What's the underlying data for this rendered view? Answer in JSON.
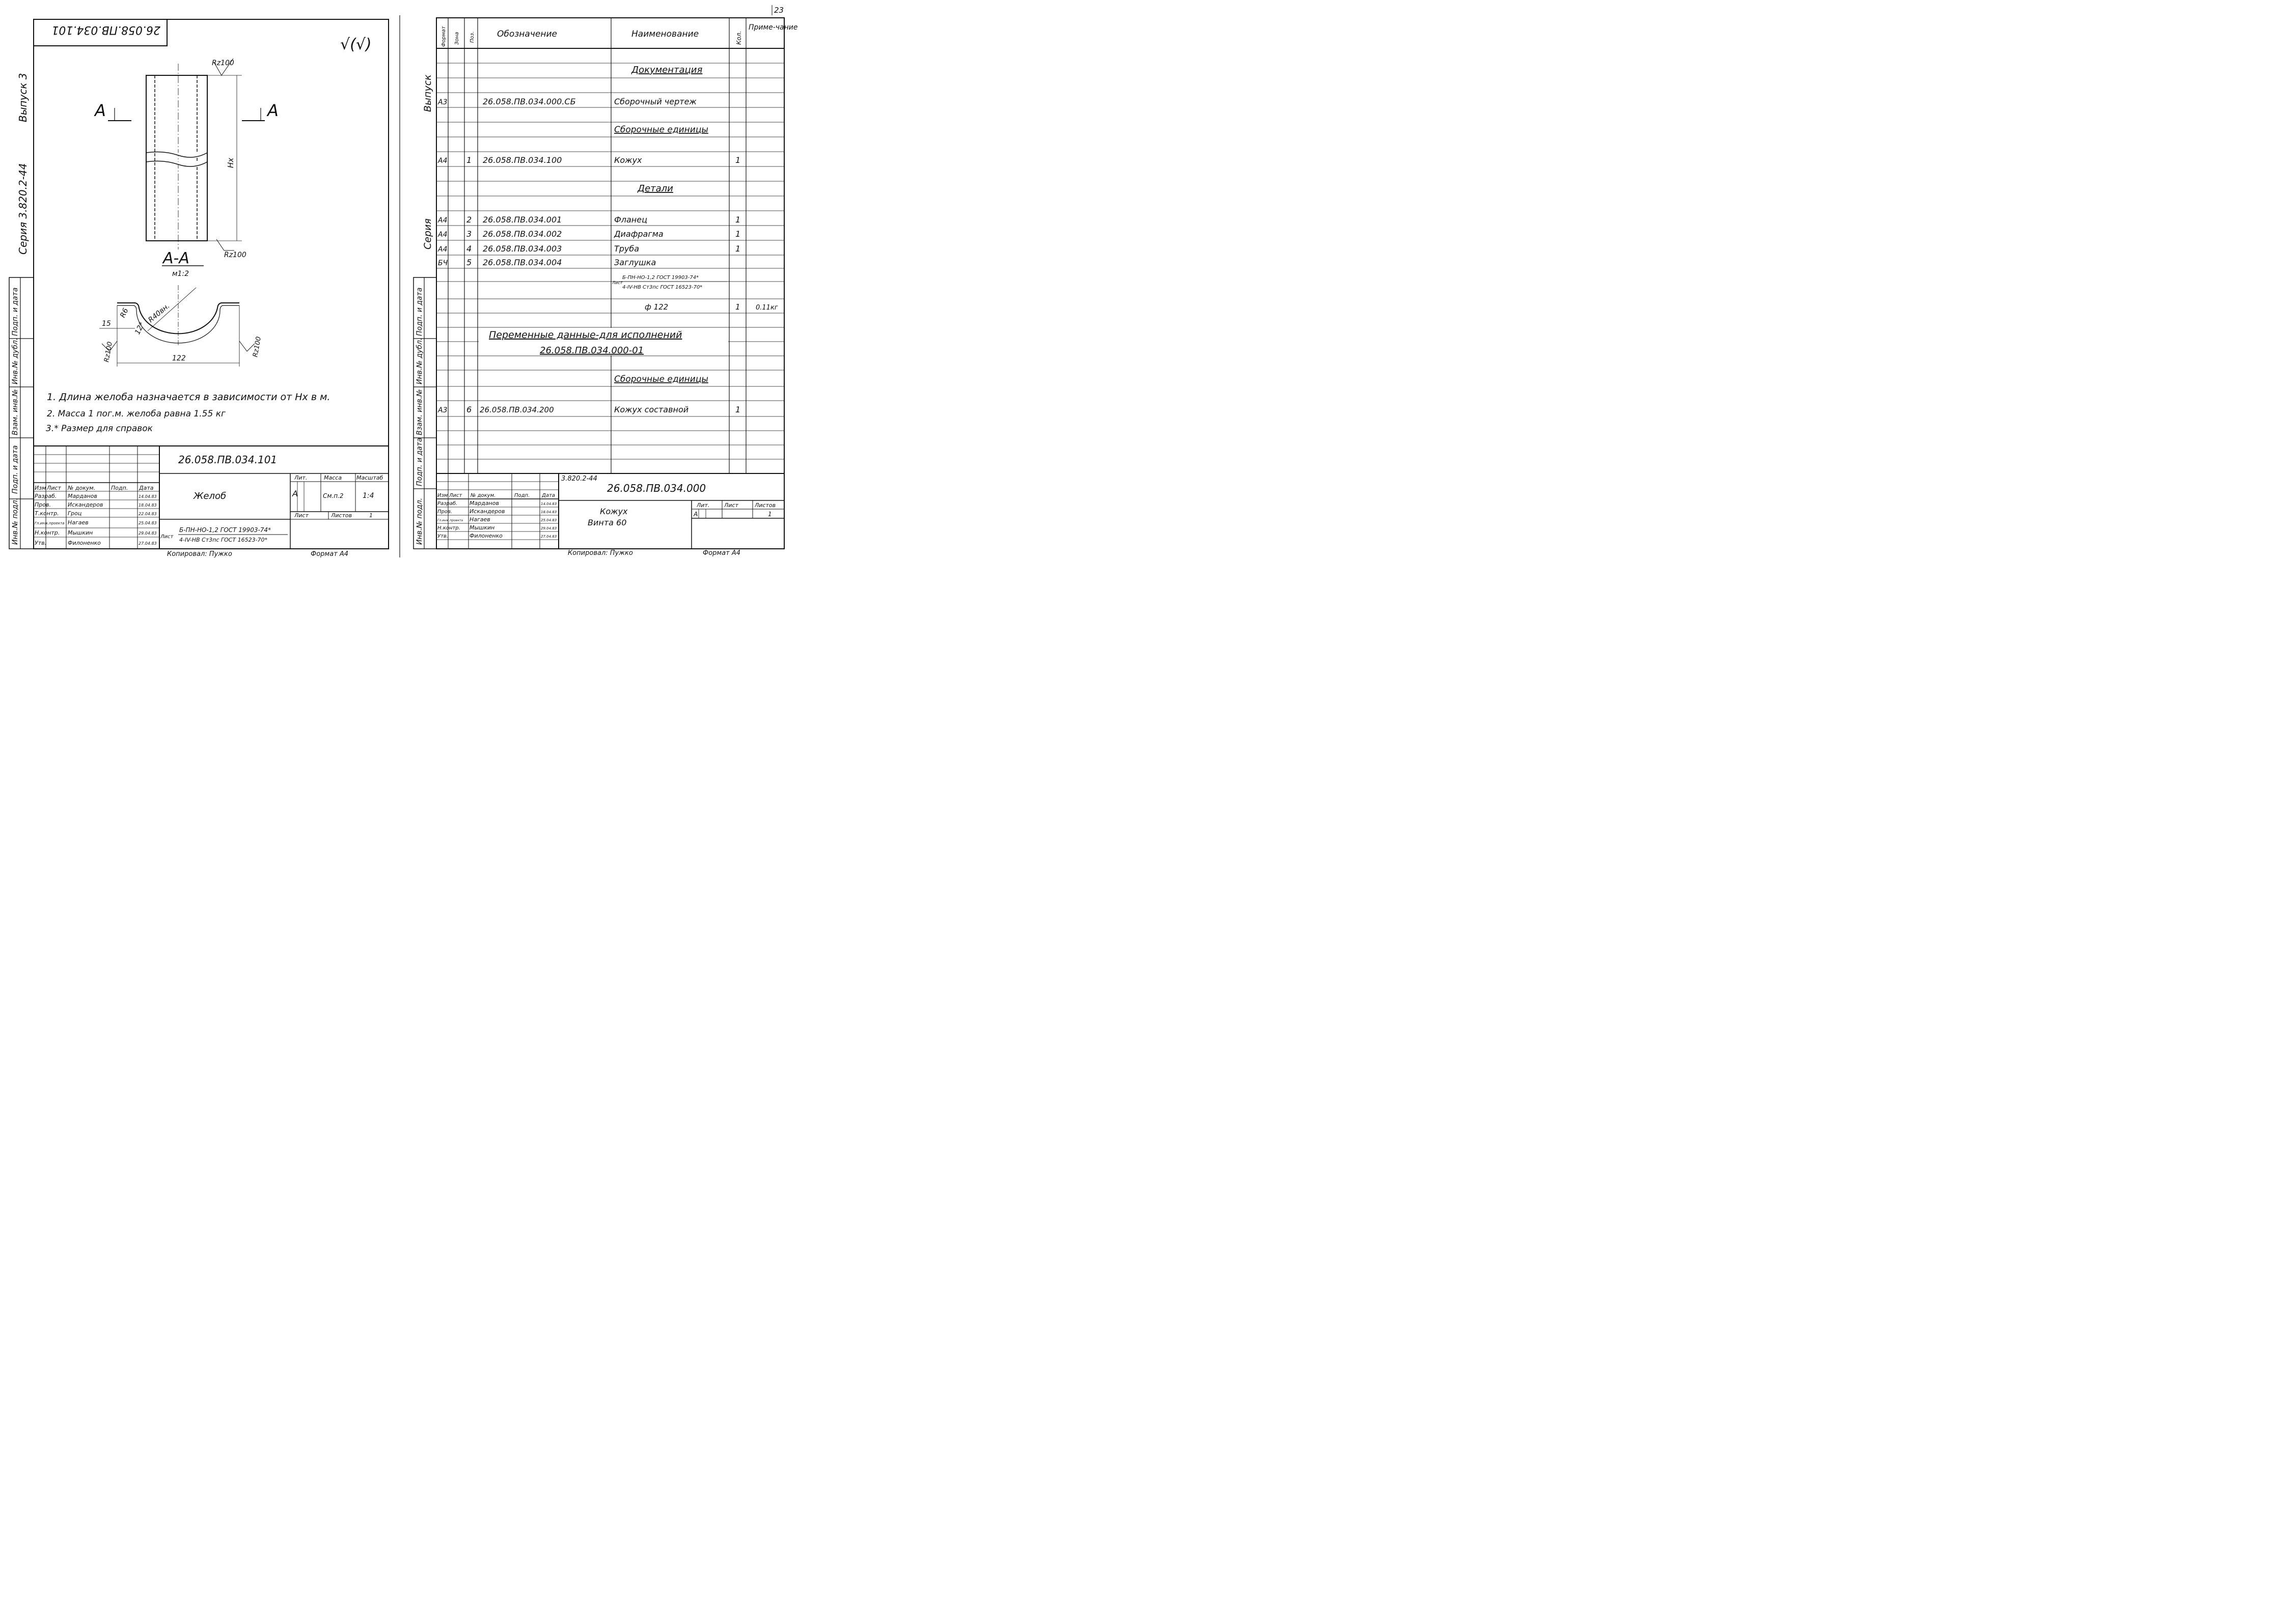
{
  "page_number": "23",
  "left_sheet": {
    "side_labels": {
      "series": "Серия 3.820.2-44",
      "issue": "Выпуск 3"
    },
    "rotated_code": "26.058.ПВ.034.101",
    "check_mark": "√(√)",
    "roughness": [
      "Rz100",
      "Rz100",
      "Rz100",
      "Rz100"
    ],
    "section_marks": [
      "А",
      "А"
    ],
    "dim_height": "Нх",
    "section_title": "А-А",
    "section_scale": "м1:2",
    "dims": {
      "r_inner": "R40вн.",
      "r_small": "R6",
      "thickness": "12*",
      "lip": "15",
      "width": "122"
    },
    "notes": [
      "1. Длина желоба назначается в зависимости от Нх в м.",
      "2. Масса 1 пог.м. желоба равна 1.55 кг",
      "3.* Размер для справок"
    ],
    "left_stamp_labels": [
      "Инв.№ подл.",
      "Подп. и дата",
      "Взам. инв.№",
      "Инв.№ дубл.",
      "Подп. и дата"
    ],
    "title_block": {
      "designation": "26.058.ПВ.034.101",
      "name": "Желоб",
      "header_cells": [
        "Изм",
        "Лист",
        "№ докум.",
        "Подп.",
        "Дата"
      ],
      "people": [
        {
          "role": "Разраб.",
          "name": "Марданов",
          "date": "14.04.83"
        },
        {
          "role": "Пров.",
          "name": "Искандеров",
          "date": "18.04.83"
        },
        {
          "role": "Т.контр.",
          "name": "Гроц",
          "date": "22.04.83"
        },
        {
          "role": "Гл.инж.проекта",
          "name": "Нагаев",
          "date": "25.04.83"
        },
        {
          "role": "Н.контр.",
          "name": "Мышкин",
          "date": "29.04.83"
        },
        {
          "role": "Утв.",
          "name": "Филоненко",
          "date": "27.04.83"
        }
      ],
      "lit_label": "Лит.",
      "mass_label": "Масса",
      "scale_label": "Масштаб",
      "lit_value": "А",
      "mass_value": "См.п.2",
      "scale_value": "1:4",
      "sheet_label": "Лист",
      "sheets_label": "Листов",
      "sheets_value": "1",
      "material_prefix": "Лист",
      "material_top": "Б-ПН-НО-1,2 ГОСТ 19903-74*",
      "material_bottom": "4-IV-НВ Ст3пс ГОСТ 16523-70*",
      "copied_by": "Копировал: Пужко",
      "format": "Формат А4"
    }
  },
  "right_sheet": {
    "side_labels": {
      "issue": "Выпуск",
      "series": "Серия"
    },
    "left_stamp_labels": [
      "Инв.№ подл.",
      "Подп. и дата",
      "Взам. инв.№",
      "Инв.№ дубл.",
      "Подп. и дата"
    ],
    "headers": {
      "format": "Формат",
      "zone": "Зона",
      "pos": "Поз.",
      "designation": "Обозначение",
      "name": "Наименование",
      "qty": "Кол.",
      "note": "Приме-чание"
    },
    "rows": [
      {
        "format": "",
        "pos": "",
        "designation": "",
        "name": "Документация",
        "qty": "",
        "note": "",
        "heading": true
      },
      {
        "format": "А3",
        "pos": "",
        "designation": "26.058.ПВ.034.000.СБ",
        "name": "Сборочный чертеж",
        "qty": "",
        "note": ""
      },
      {
        "format": "",
        "pos": "",
        "designation": "",
        "name": "Сборочные единицы",
        "qty": "",
        "note": "",
        "heading": true
      },
      {
        "format": "А4",
        "pos": "1",
        "designation": "26.058.ПВ.034.100",
        "name": "Кожух",
        "qty": "1",
        "note": ""
      },
      {
        "format": "",
        "pos": "",
        "designation": "",
        "name": "Детали",
        "qty": "",
        "note": "",
        "heading": true
      },
      {
        "format": "А4",
        "pos": "2",
        "designation": "26.058.ПВ.034.001",
        "name": "Фланец",
        "qty": "1",
        "note": ""
      },
      {
        "format": "А4",
        "pos": "3",
        "designation": "26.058.ПВ.034.002",
        "name": "Диафрагма",
        "qty": "1",
        "note": ""
      },
      {
        "format": "А4",
        "pos": "4",
        "designation": "26.058.ПВ.034.003",
        "name": "Труба",
        "qty": "1",
        "note": ""
      },
      {
        "format": "БЧ",
        "pos": "5",
        "designation": "26.058.ПВ.034.004",
        "name": "Заглушка",
        "qty": "",
        "note": ""
      }
    ],
    "material_row": {
      "prefix": "Лист",
      "top": "Б-ПН-НО-1,2 ГОСТ 19903-74*",
      "bottom": "4-IV-НВ Ст3пс ГОСТ 16523-70*"
    },
    "diameter_row": {
      "name": "ф 122",
      "qty": "1",
      "note": "0.11кг"
    },
    "variable_title": "Переменные данные-для исполнений",
    "variable_code": "26.058.ПВ.034.000-01",
    "variable_heading": "Сборочные единицы",
    "variable_row": {
      "format": "А3",
      "pos": "6",
      "designation": "26.058.ПВ.034.200",
      "name": "Кожух составной",
      "qty": "1"
    },
    "title_block": {
      "series_code": "3.820.2-44",
      "designation": "26.058.ПВ.034.000",
      "name_line1": "Кожух",
      "name_line2": "Винта 60",
      "header_cells": [
        "Изм",
        "Лист",
        "№ докум.",
        "Подп.",
        "Дата"
      ],
      "people": [
        {
          "role": "Разраб.",
          "name": "Марданов",
          "date": "14.04.83"
        },
        {
          "role": "Пров.",
          "name": "Искандеров",
          "date": "18.04.83"
        },
        {
          "role": "Гл.инж.проекта",
          "name": "Нагаев",
          "date": "25.04.83"
        },
        {
          "role": "Н.контр.",
          "name": "Мышкин",
          "date": "29.04.83"
        },
        {
          "role": "Утв.",
          "name": "Филоненко",
          "date": "27.04.83"
        }
      ],
      "lit_label": "Лит.",
      "sheet_label": "Лист",
      "sheets_label": "Листов",
      "lit_value": "А",
      "sheets_value": "1",
      "copied_by": "Копировал: Пужко",
      "format": "Формат А4"
    }
  }
}
